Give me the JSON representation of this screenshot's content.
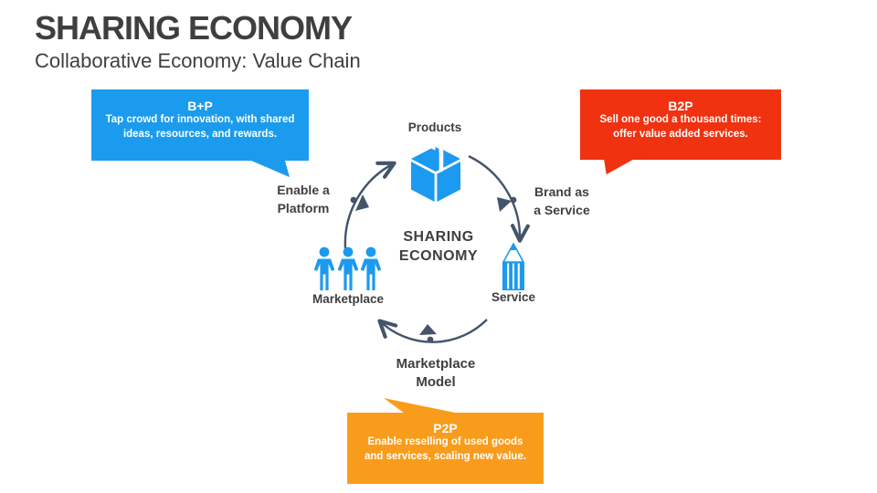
{
  "header": {
    "title": "SHARING ECONOMY",
    "subtitle": "Collaborative Economy: Value Chain"
  },
  "diagram": {
    "center": {
      "line1": "SHARING",
      "line2": "ECONOMY"
    },
    "nodes": {
      "products": "Products",
      "marketplace": "Marketplace",
      "service": "Service"
    },
    "edges": {
      "enable_platform": {
        "line1": "Enable a",
        "line2": "Platform"
      },
      "brand_service": {
        "line1": "Brand as",
        "line2": "a Service"
      },
      "marketplace_model": {
        "line1": "Marketplace",
        "line2": "Model"
      }
    },
    "icons": {
      "products": "package-box-icon",
      "marketplace": "people-group-icon",
      "service": "pencil-icon"
    },
    "colors": {
      "icon_blue": "#1b9aef",
      "arc_slate": "#44546a",
      "label_text": "#3f3f3f"
    }
  },
  "callouts": {
    "bp": {
      "title": "B+P",
      "line1": "Tap crowd for innovation, with shared",
      "line2": "ideas, resources, and rewards.",
      "color": "#1b9bee"
    },
    "b2p": {
      "title": "B2P",
      "line1": "Sell one good a thousand times:",
      "line2": "offer value added services.",
      "color": "#f03210"
    },
    "p2p": {
      "title": "P2P",
      "line1": "Enable reselling of used goods",
      "line2": "and services, scaling new value.",
      "color": "#f99c1b"
    }
  }
}
